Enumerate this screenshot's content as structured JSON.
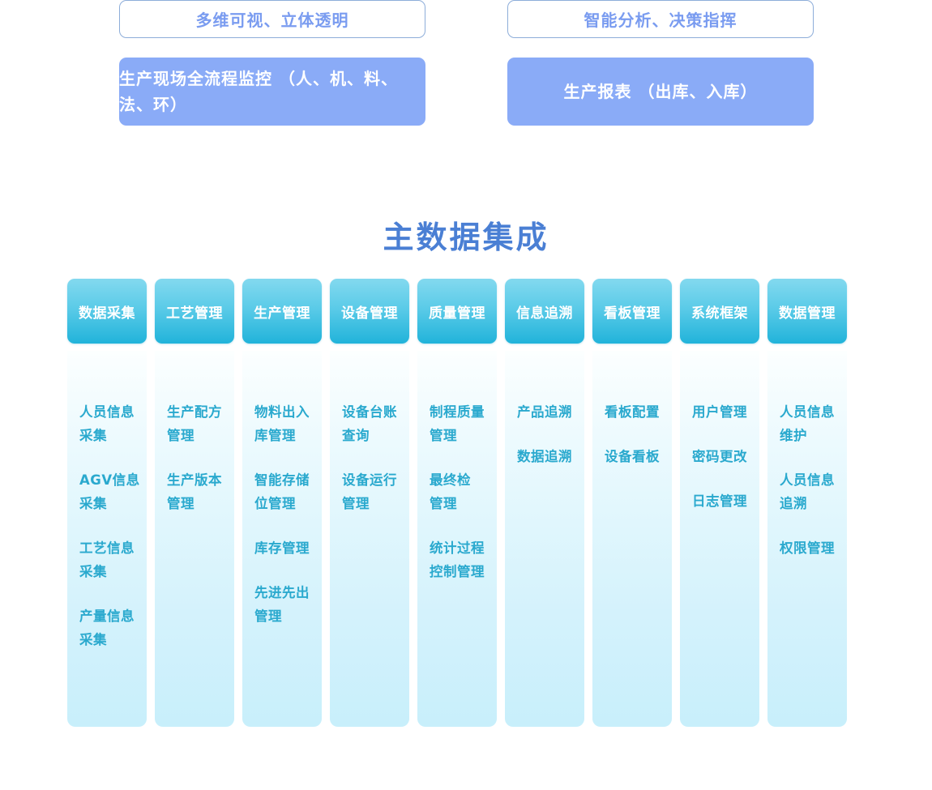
{
  "top_banner": {
    "left": {
      "outline_label": "多维可视、立体透明",
      "filled_label": "生产现场全流程监控\n（人、机、料、法、环）"
    },
    "right": {
      "outline_label": "智能分析、决策指挥",
      "filled_label": "生产报表\n（出库、入库）"
    }
  },
  "section_title": "主数据集成",
  "colors": {
    "outline_border": "#8dadd9",
    "outline_text": "#7a9cf0",
    "filled_bg": "#8aabf7",
    "filled_text": "#ffffff",
    "title_text": "#4a7fd4",
    "header_gradient_top": "#83d9ef",
    "header_gradient_bottom": "#21b3da",
    "header_text": "#ffffff",
    "body_gradient_top": "#fcffff",
    "body_gradient_bottom": "#c8effb",
    "body_text": "#2aa9ce",
    "page_bg": "#ffffff"
  },
  "modules": [
    {
      "header": "数据采集",
      "items": [
        "人员信息\n采集",
        "AGV信息\n采集",
        "工艺信息\n采集",
        "产量信息\n采集"
      ]
    },
    {
      "header": "工艺管理",
      "items": [
        "生产配方\n管理",
        "生产版本\n管理"
      ]
    },
    {
      "header": "生产管理",
      "items": [
        "物料出入\n库管理",
        "智能存储\n位管理",
        "库存管理",
        "先进先出\n管理"
      ]
    },
    {
      "header": "设备管理",
      "items": [
        "设备台账\n查询",
        "设备运行\n管理"
      ]
    },
    {
      "header": "质量管理",
      "items": [
        "制程质量\n管理",
        "最终检\n管理",
        "统计过程\n控制管理"
      ]
    },
    {
      "header": "信息追溯",
      "items": [
        "产品追溯",
        "数据追溯"
      ]
    },
    {
      "header": "看板管理",
      "items": [
        "看板配置",
        "设备看板"
      ]
    },
    {
      "header": "系统框架",
      "items": [
        "用户管理",
        "密码更改",
        "日志管理"
      ]
    },
    {
      "header": "数据管理",
      "items": [
        "人员信息\n维护",
        "人员信息\n追溯",
        "权限管理"
      ]
    }
  ]
}
